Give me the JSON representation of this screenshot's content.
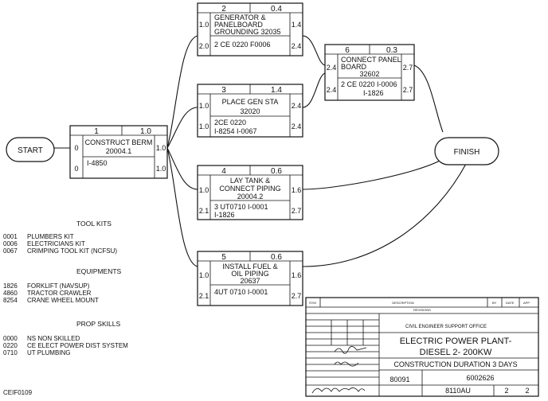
{
  "start_label": "START",
  "finish_label": "FINISH",
  "activities": [
    {
      "id": "1",
      "duration": "1.0",
      "desc1": "CONSTRUCT BERM",
      "desc2": "20004.1",
      "ref1": "I-4850",
      "ref2": "",
      "es": "0",
      "ef": "1.0",
      "ls": "0",
      "lf": "1.0"
    },
    {
      "id": "2",
      "duration": "0.4",
      "desc1": "GENERATOR &",
      "desc2": "PANELBOARD",
      "desc3": "GROUNDING 32035",
      "ref1": "2 CE 0220 F0006",
      "ref2": "",
      "es": "1.0",
      "ef": "1.4",
      "ls": "2.0",
      "lf": "2.4"
    },
    {
      "id": "3",
      "duration": "1.4",
      "desc1": "PLACE GEN STA",
      "desc2": "32020",
      "ref1": "2CE  0220",
      "ref2": "I-8254  I-0067",
      "es": "1.0",
      "ef": "2.4",
      "ls": "1.0",
      "lf": "2.4"
    },
    {
      "id": "4",
      "duration": "0.6",
      "desc1": "LAY TANK &",
      "desc2": "CONNECT PIPING",
      "desc3": "20004.2",
      "ref1": "3  UT0710  I-0001",
      "ref2": "I-1826",
      "es": "1.0",
      "ef": "1.6",
      "ls": "2.1",
      "lf": "2.7"
    },
    {
      "id": "5",
      "duration": "0.6",
      "desc1": "INSTALL FUEL &",
      "desc2": "OIL PIPING",
      "desc3": "20637",
      "ref1": "4UT 0710 I-0001",
      "ref2": "",
      "es": "1.0",
      "ef": "1.6",
      "ls": "2.1",
      "lf": "2.7"
    },
    {
      "id": "6",
      "duration": "0.3",
      "desc1": "CONNECT PANEL",
      "desc2": "BOARD",
      "desc3": "32602",
      "ref1": "2 CE 0220 I-0006",
      "ref2": "I-1826",
      "es": "2.4",
      "ef": "2.7",
      "ls": "2.4",
      "lf": "2.7"
    }
  ],
  "legend": {
    "tool_kits_title": "TOOL KITS",
    "tool_kits": [
      {
        "code": "0001",
        "name": "PLUMBERS KIT"
      },
      {
        "code": "0006",
        "name": "ELECTRICIANS KIT"
      },
      {
        "code": "0067",
        "name": "CRIMPING TOOL KIT (NCFSU)"
      }
    ],
    "equipments_title": "EQUIPMENTS",
    "equipments": [
      {
        "code": "1826",
        "name": "FORKLIFT (NAVSUP)"
      },
      {
        "code": "4860",
        "name": "TRACTOR CRAWLER"
      },
      {
        "code": "8254",
        "name": "CRANE WHEEL MOUNT"
      }
    ],
    "prop_skills_title": "PROP SKILLS",
    "prop_skills": [
      {
        "code": "0000",
        "name": "NS NON SKILLED"
      },
      {
        "code": "0220",
        "name": "CE ELECT POWER DIST SYSTEM"
      },
      {
        "code": "0710",
        "name": "UT PLUMBING"
      }
    ]
  },
  "title_block": {
    "sym": "SYM",
    "description": "DESCRIPTION",
    "by": "BY",
    "date": "DATE",
    "app": "APP",
    "revisions": "REVISIONS",
    "office": "CIVIL ENGINEER SUPPORT OFFICE",
    "title_line1": "ELECTRIC POWER PLANT-",
    "title_line2": "DIESEL  2- 200KW",
    "title_line3": "CONSTRUCTION DURATION 3 DAYS",
    "code_number": "80091",
    "drawing_number": "6002626",
    "fac_number": "8110AU",
    "sheet": "2",
    "sheet_of": "2"
  },
  "figure_code": "CEIF0109"
}
